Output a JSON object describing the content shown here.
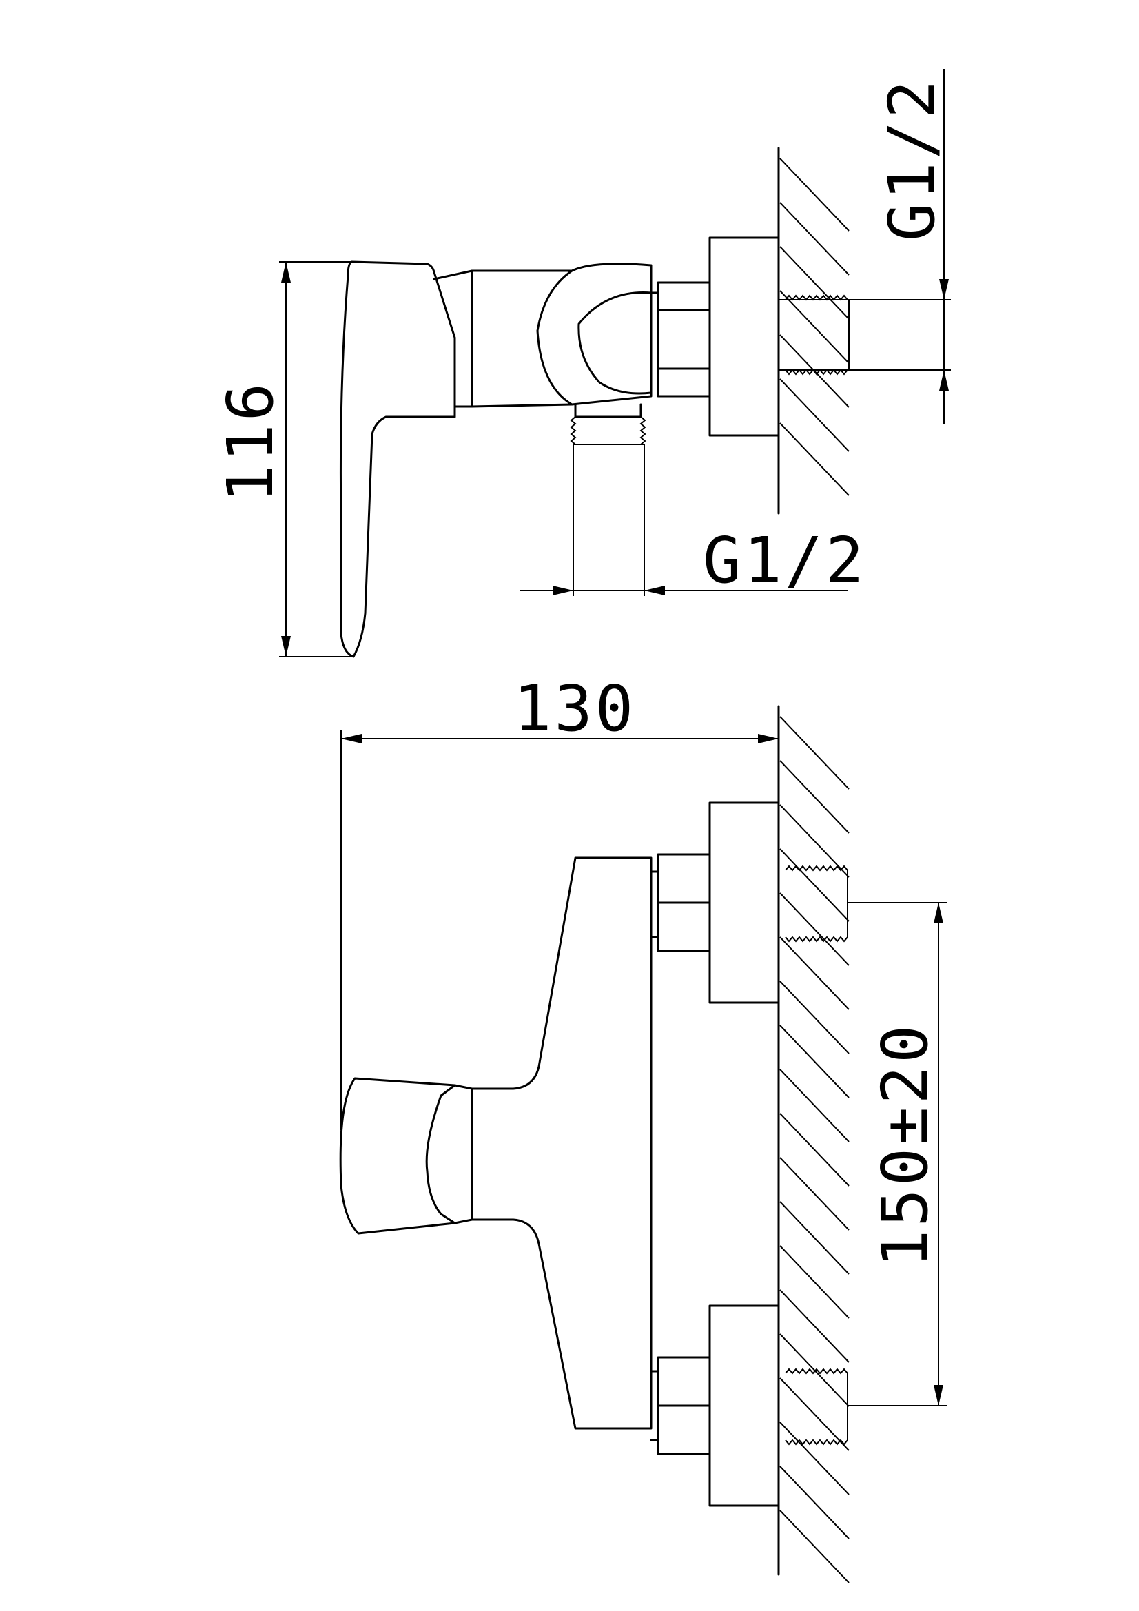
{
  "dimensions": {
    "height_side": "116",
    "thread_top_right": "G1/2",
    "thread_bottom_outlet": "G1/2",
    "width_front": "130",
    "inlet_spacing": "150±20"
  }
}
